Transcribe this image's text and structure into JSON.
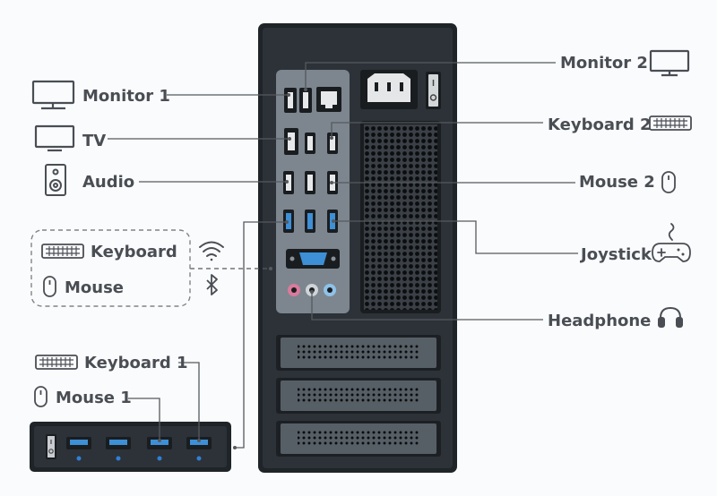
{
  "labels": {
    "monitor1": "Monitor 1",
    "tv": "TV",
    "audio": "Audio",
    "keyboard_wireless": "Keyboard",
    "mouse_wireless": "Mouse",
    "keyboard1": "Keyboard 1",
    "mouse1": "Mouse 1",
    "monitor2": "Monitor 2",
    "keyboard2": "Keyboard 2",
    "mouse2": "Mouse 2",
    "joystick": "Joystick",
    "headphone": "Headphone"
  },
  "icons": {
    "monitor1": "monitor-icon",
    "tv": "tv-icon",
    "audio": "speaker-icon",
    "keyboard": "keyboard-icon",
    "mouse": "mouse-icon",
    "wifi": "wifi-icon",
    "bluetooth": "bluetooth-icon",
    "monitor2": "monitor-icon",
    "joystick": "gamepad-icon",
    "headphone": "headphone-icon"
  },
  "colors": {
    "case": "#2c3238",
    "panel": "#7d868f",
    "line": "#55595e",
    "usb3": "#3d8fd6",
    "led": "#2f7fd8",
    "text": "#4a4e54"
  }
}
